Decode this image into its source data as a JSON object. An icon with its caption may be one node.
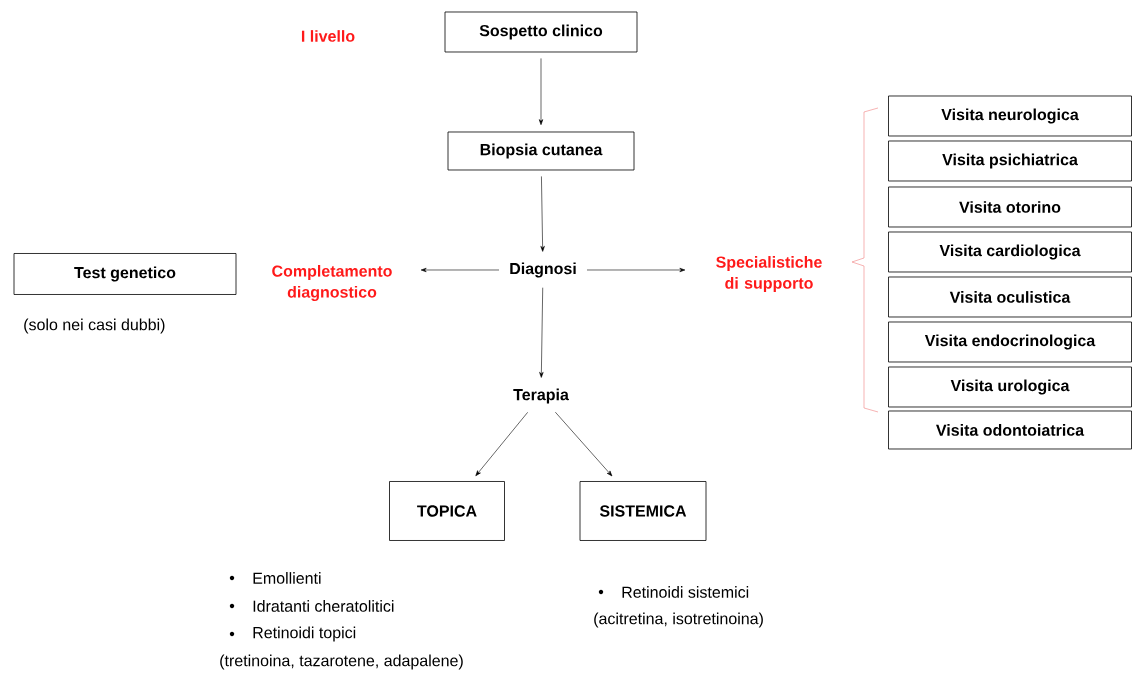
{
  "diagram": {
    "nodes": [
      {
        "text": [
          "Sospetto clinico"
        ]
      },
      {
        "text": [
          "Biopsia cutanea"
        ]
      },
      {
        "text": [
          "Diagnosi"
        ]
      },
      {
        "text": [
          "Completamento diagnostico"
        ]
      },
      {
        "text": [
          "Test genetico"
        ],
        "beside": [
          "(solo nei casi dubbi)"
        ]
      },
      {
        "text": [
          "Specialistiche di supporto"
        ]
      },
      {
        "text": [
          "Visita neurologica"
        ]
      },
      {
        "text": [
          "Visita psichiatrica"
        ]
      },
      {
        "text": [
          "Visita otorino"
        ]
      },
      {
        "text": [
          "Visita cardiologica"
        ]
      },
      {
        "text": [
          "Visita oculistica"
        ]
      },
      {
        "text": [
          "Visita endocrinologica"
        ]
      },
      {
        "text": [
          "Visita urologica"
        ]
      },
      {
        "text": [
          "Visita odontoiatrica"
        ]
      },
      {
        "text": [
          "Terapia"
        ]
      },
      {
        "text": [
          "TOPICA"
        ],
        "beside": [
          "Emollienti",
          "Idratanti cheratolitici",
          "Retinoidi topici",
          "(tretinoina, tazarotene, adapalene)"
        ]
      },
      {
        "text": [
          "SISTEMICA"
        ],
        "beside": [
          "Retinoidi sistemici",
          "(acitretina, isotretinoina)"
        ]
      }
    ],
    "edges": [
      {
        "from": 0,
        "to": 1,
        "arrow": "to"
      },
      {
        "from": 1,
        "to": 2,
        "arrow": "to"
      },
      {
        "from": 2,
        "to": 3,
        "arrow": "to"
      },
      {
        "from": 2,
        "to": 5,
        "arrow": "to"
      },
      {
        "from": 2,
        "to": 14,
        "arrow": "to"
      },
      {
        "from": 14,
        "to": 15,
        "arrow": "to"
      },
      {
        "from": 14,
        "to": 16,
        "arrow": "to"
      }
    ],
    "labels": [
      "I livello"
    ]
  }
}
